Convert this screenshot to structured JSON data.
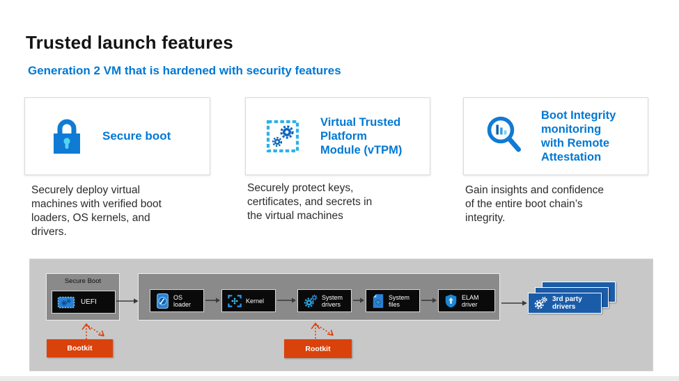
{
  "header": {
    "title": "Trusted launch features",
    "subtitle": "Generation 2 VM that is hardened with security features"
  },
  "cards": [
    {
      "icon": "lock-icon",
      "title": "Secure boot",
      "description": "Securely deploy virtual\nmachines with verified boot\nloaders, OS kernels, and\ndrivers."
    },
    {
      "icon": "tpm-chip-icon",
      "title": "Virtual Trusted\nPlatform\nModule (vTPM)",
      "description": "Securely protect keys,\ncertificates, and secrets in\nthe virtual machines"
    },
    {
      "icon": "magnifier-chart-icon",
      "title": "Boot Integrity\nmonitoring\nwith Remote\nAttestation",
      "description": "Gain insights and confidence\nof the entire boot chain’s\nintegrity."
    }
  ],
  "diagram": {
    "secure_boot_group": {
      "label": "Secure Boot"
    },
    "uefi_node": {
      "label": "UEFI",
      "icon": "uefi-chip-icon"
    },
    "boot_chain": [
      {
        "label": "OS loader",
        "icon": "disk-search-icon"
      },
      {
        "label": "Kernel",
        "icon": "kernel-brackets-icon"
      },
      {
        "label": "System drivers",
        "icon": "gears-icon"
      },
      {
        "label": "System files",
        "icon": "file-gear-icon"
      },
      {
        "label": "ELAM driver",
        "icon": "shield-icon"
      }
    ],
    "third_party": {
      "label": "3rd party\ndrivers",
      "icon": "gears-icon"
    },
    "threats": [
      {
        "label": "Bootkit",
        "points_to": "UEFI"
      },
      {
        "label": "Rootkit",
        "points_to": "System drivers"
      }
    ]
  },
  "colors": {
    "accent_blue": "#0078d4",
    "icon_cyan": "#55d4f3",
    "threat_orange": "#d9420b",
    "panel_gray": "#c8c8c8",
    "group_gray": "#8a8a8a",
    "node_black": "#0a0a0a",
    "stack_blue": "#1b5ca8"
  }
}
